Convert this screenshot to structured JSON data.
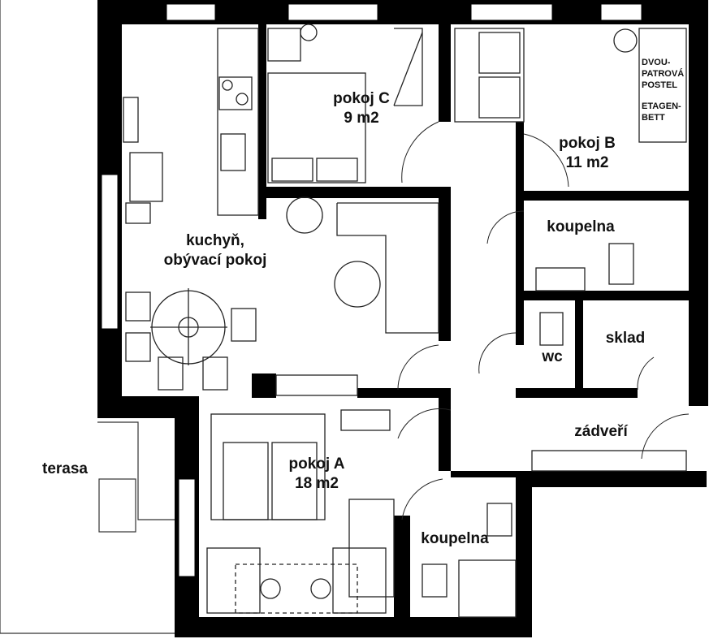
{
  "rooms": {
    "kitchen": {
      "name": "kuchyň,",
      "name2": "obývací pokoj"
    },
    "room_c": {
      "name": "pokoj C",
      "area": "9 m2"
    },
    "room_b": {
      "name": "pokoj B",
      "area": "11 m2"
    },
    "bath_b": {
      "name": "koupelna"
    },
    "wc": {
      "name": "wc"
    },
    "storage": {
      "name": "sklad"
    },
    "hall": {
      "name": "zádveří"
    },
    "room_a": {
      "name": "pokoj A",
      "area": "18 m2"
    },
    "bath_a": {
      "name": "koupelna"
    },
    "terrace": {
      "name": "terasa"
    }
  },
  "bunk_note": {
    "cz1": "DVOU-",
    "cz2": "PATROVÁ",
    "cz3": "POSTEL",
    "de1": "ETAGEN-",
    "de2": "BETT"
  },
  "colors": {
    "wall": "#000000",
    "furniture": "#222222"
  }
}
